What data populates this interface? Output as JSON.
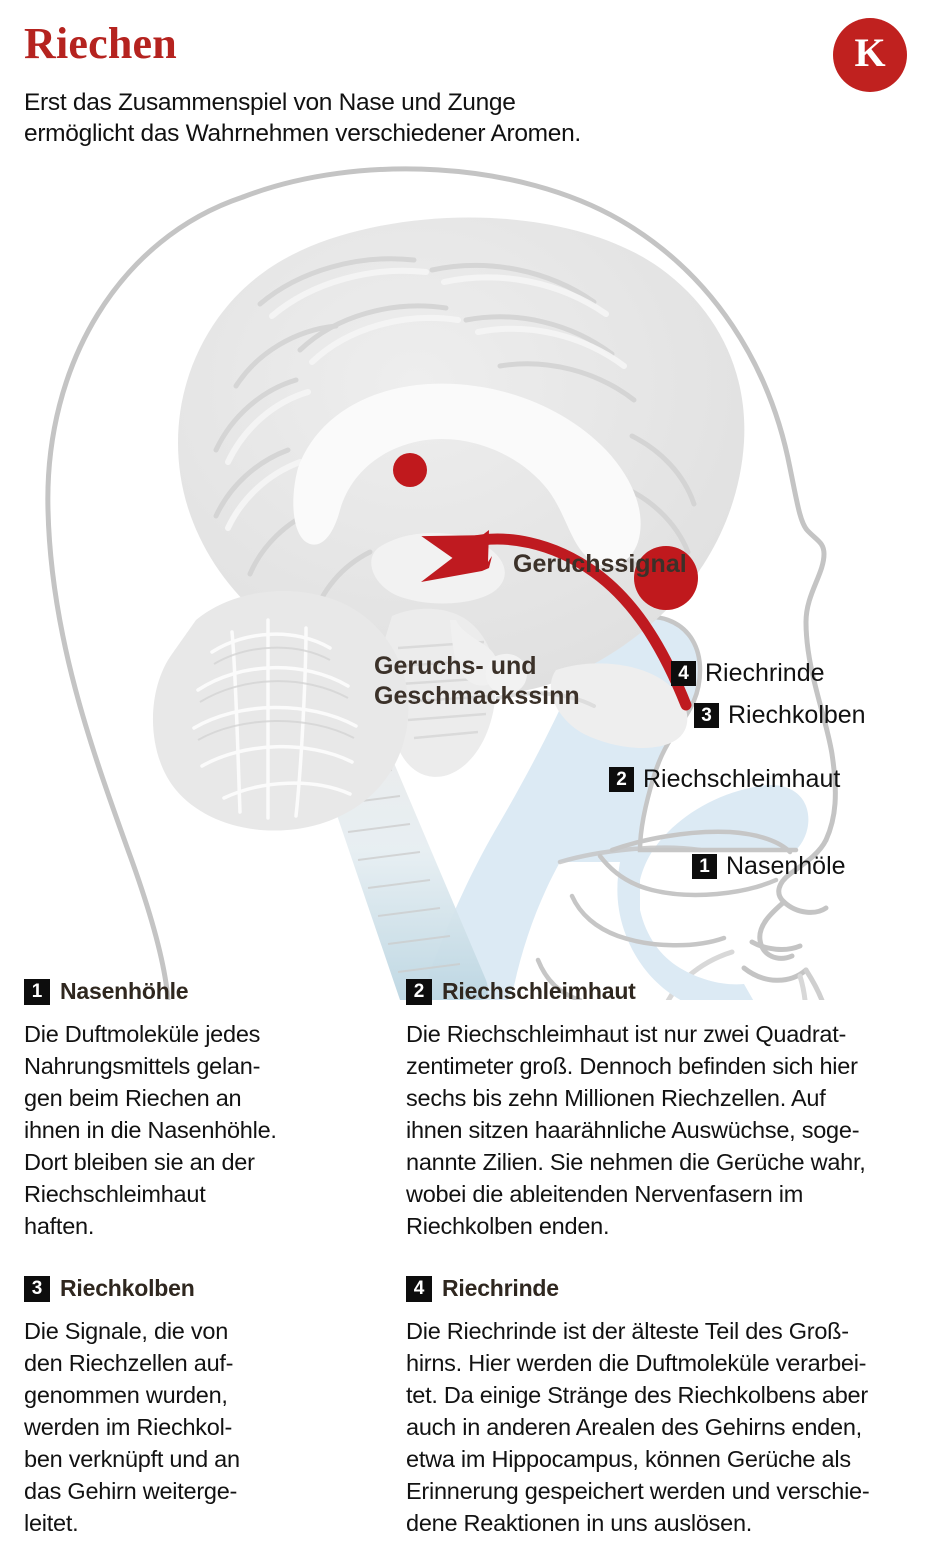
{
  "header": {
    "title": "Riechen",
    "subtitle": "Erst das Zusammenspiel von Nase und Zunge\nermöglicht das Wahrnehmen verschiedener Aromen.",
    "logo_letter": "K"
  },
  "colors": {
    "title_red": "#b5231f",
    "logo_red": "#c0211f",
    "marker_red": "#c0191d",
    "arrow_red": "#bf1a20",
    "badge_black": "#0d0d0d",
    "brain_grey": "#e4e4e4",
    "outline_grey": "#c4c4c4",
    "cavity_blue": "#dceaf4",
    "heading_brown": "#2f271f"
  },
  "diagram": {
    "signal_label": "Geruchssignal",
    "sense_label": "Geruchs- und\nGeschmackssinn",
    "callouts": [
      {
        "number": "1",
        "label": "Nasenhöle"
      },
      {
        "number": "2",
        "label": "Riechschleimhaut"
      },
      {
        "number": "3",
        "label": "Riechkolben"
      },
      {
        "number": "4",
        "label": "Riechrinde"
      }
    ]
  },
  "sections": [
    {
      "number": "1",
      "title": "Nasenhöhle",
      "body": "Die Duftmoleküle jedes\nNahrungsmittels gelan-\ngen beim Riechen an\nihnen in die Nasenhöhle.\nDort bleiben sie an der\nRiechschleimhaut\nhaften."
    },
    {
      "number": "2",
      "title": "Riechschleimhaut",
      "body": "Die Riechschleimhaut ist nur zwei Quadrat-\nzentimeter groß. Dennoch befinden sich hier\nsechs bis zehn Millionen Riechzellen. Auf\nihnen sitzen haarähnliche Auswüchse, soge-\nnannte Zilien. Sie nehmen die Gerüche wahr,\nwobei die ableitenden Nervenfasern im\nRiechkolben enden."
    },
    {
      "number": "3",
      "title": "Riechkolben",
      "body": "Die Signale, die von\nden Riechzellen auf-\ngenommen wurden,\nwerden im Riechkol-\nben verknüpft und an\ndas Gehirn weiterge-\nleitet."
    },
    {
      "number": "4",
      "title": "Riechrinde",
      "body": "Die Riechrinde ist der älteste Teil des Groß-\nhirns. Hier werden die Duftmoleküle verarbei-\ntet. Da einige Stränge des Riechkolbens aber\nauch in anderen Arealen des Gehirns enden,\netwa im Hippocampus, können Gerüche als\nErinnerung gespeichert werden und verschie-\ndene Reaktionen in uns auslösen."
    }
  ]
}
